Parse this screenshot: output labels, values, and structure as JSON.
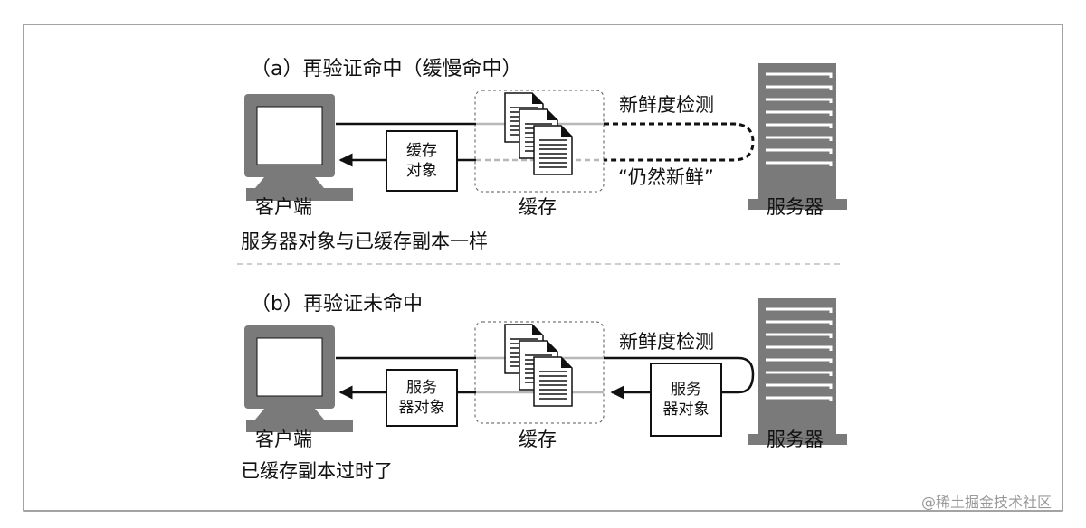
{
  "watermark": "@稀土掘金技术社区",
  "panel_a": {
    "title": "（a）再验证命中（缓慢命中）",
    "client_label": "客户端",
    "cache_label": "缓存",
    "server_label": "服务器",
    "object_box": [
      "缓存",
      "对象"
    ],
    "request_label": "新鲜度检测",
    "response_label": "“仍然新鲜”",
    "caption": "服务器对象与已缓存副本一样"
  },
  "panel_b": {
    "title": "（b）再验证未命中",
    "client_label": "客户端",
    "cache_label": "缓存",
    "server_label": "服务器",
    "object_box_client": [
      "服务",
      "器对象"
    ],
    "object_box_server": [
      "服务",
      "器对象"
    ],
    "request_label": "新鲜度检测",
    "caption": "已缓存副本过时了"
  },
  "colors": {
    "ink": "#111111",
    "server_gray": "#7a7a7a",
    "cache_line_gray": "#b8b8b8",
    "divider": "#bdbdbd"
  }
}
